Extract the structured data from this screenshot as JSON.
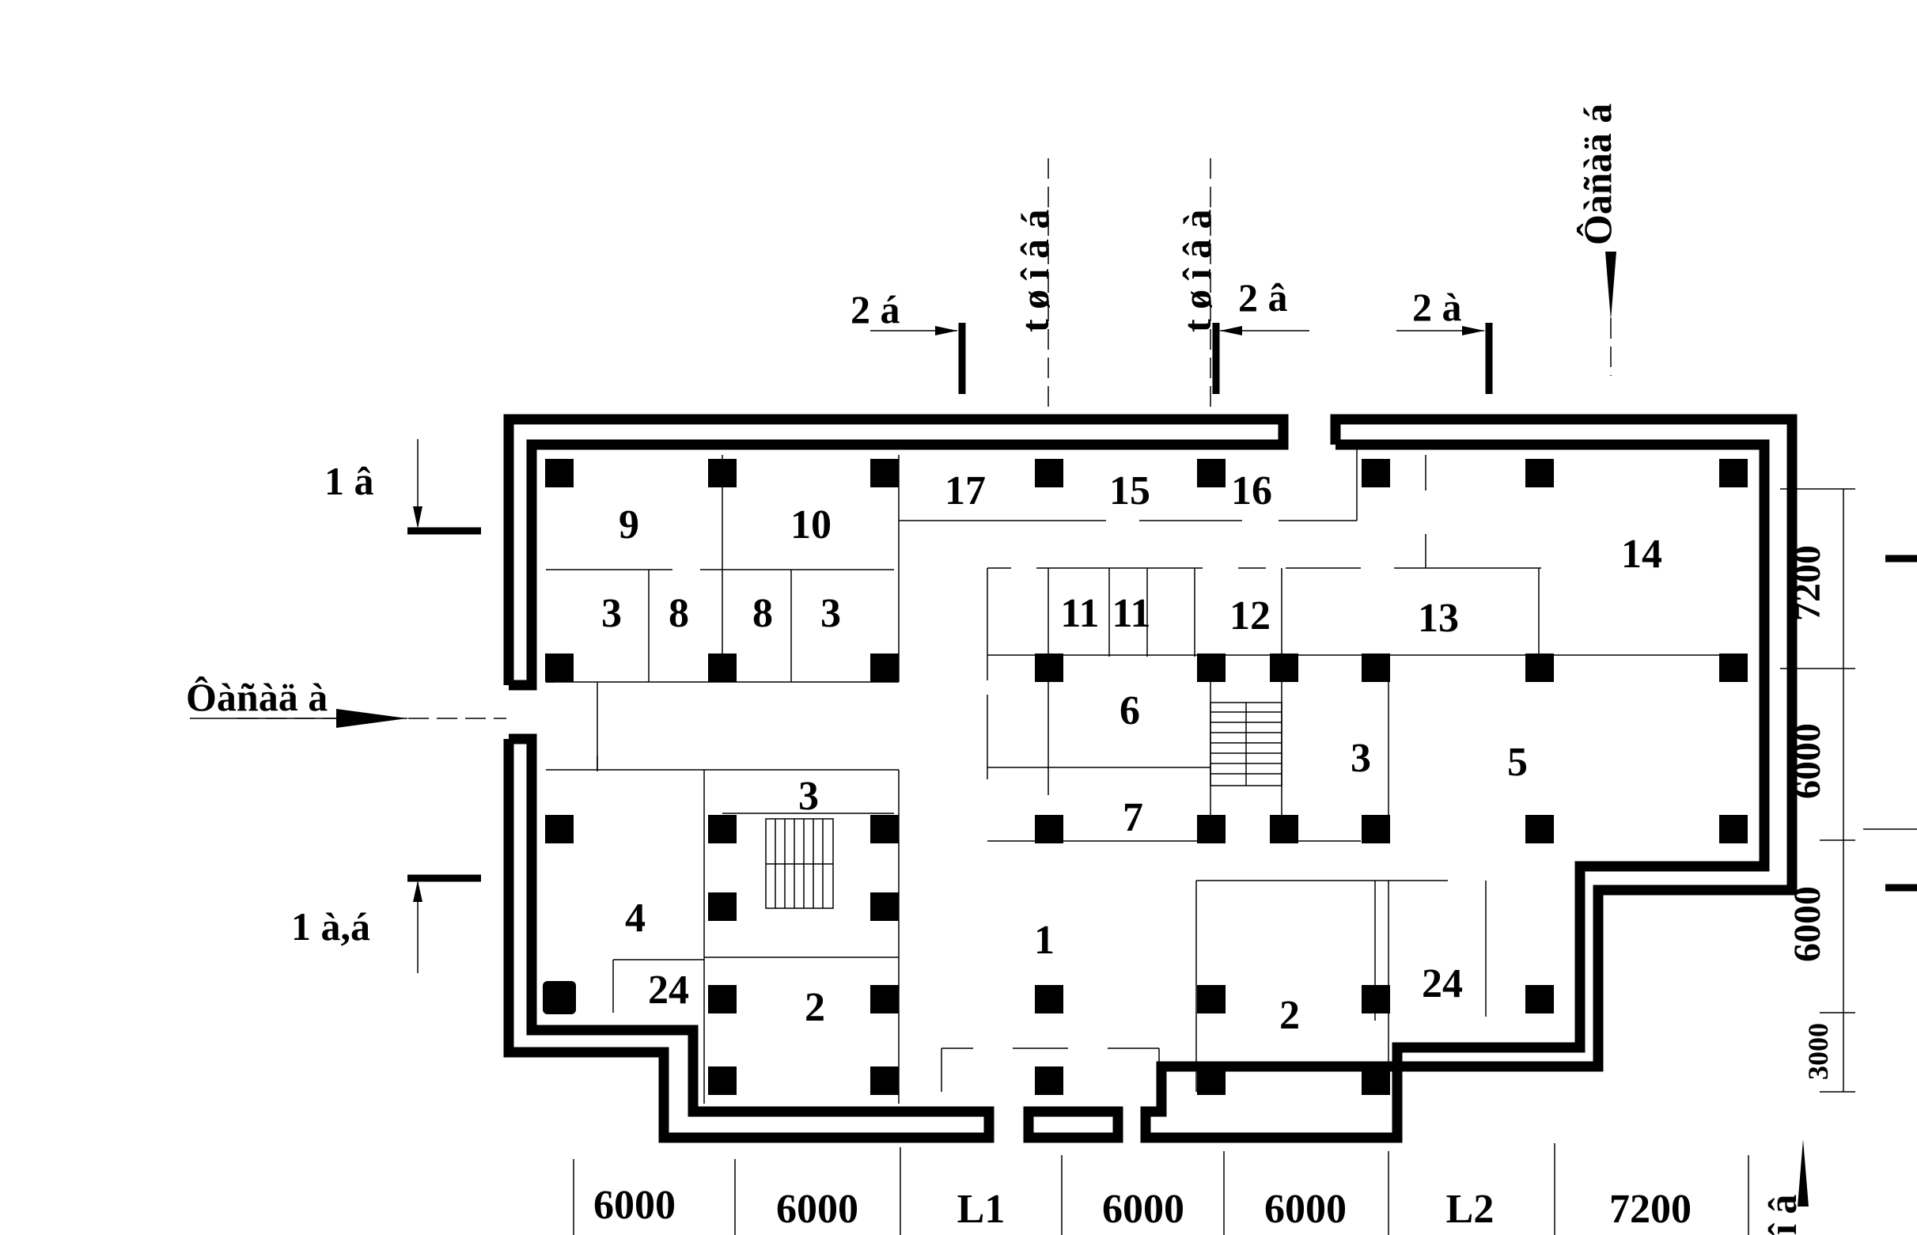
{
  "rooms": {
    "r9": "9",
    "r10": "10",
    "r17": "17",
    "r15": "15",
    "r16": "16",
    "r14": "14",
    "r3a": "3",
    "r8a": "8",
    "r8b": "8",
    "r3b": "3",
    "r11a": "11",
    "r11b": "11",
    "r12": "12",
    "r13": "13",
    "r6": "6",
    "r7": "7",
    "r3c": "3",
    "r5": "5",
    "r3d": "3",
    "r4": "4",
    "r24a": "24",
    "r2a": "2",
    "r1": "1",
    "r2b": "2",
    "r24b": "24"
  },
  "section_marks": {
    "cut_1v": "1 â",
    "cut_1av": "1 à,á",
    "cut_2a": "2 á",
    "cut_2b": "2 â",
    "cut_2c": "2 à",
    "gate_main": "Ôàñàä à",
    "gate_top": "Ôàñàä á",
    "axis_a": "t ø î â á",
    "axis_b": "t ø î â à",
    "corner_mark": "î â"
  },
  "dimensions": {
    "bottom": [
      "6000",
      "6000",
      "L1",
      "6000",
      "6000",
      "L2",
      "7200"
    ],
    "right": [
      "7200",
      "6000",
      "6000",
      "3000"
    ]
  }
}
